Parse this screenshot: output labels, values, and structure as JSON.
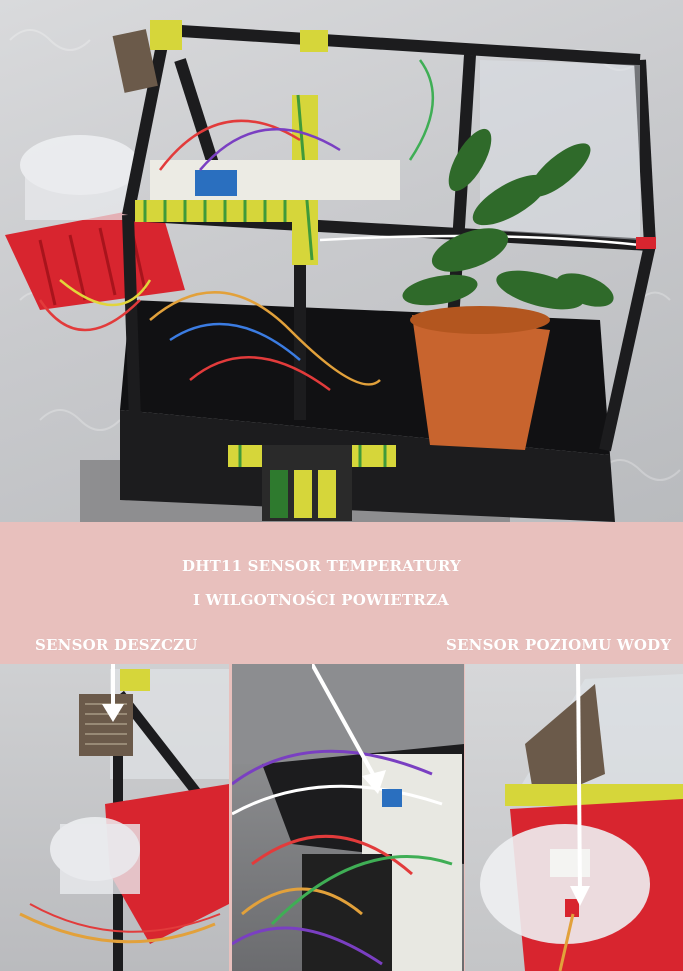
{
  "labels": {
    "dht11_line1": "DHT11 SENSOR TEMPERATURY",
    "dht11_line2": "I WILGOTNOŚCI POWIETRZA",
    "rain": "SENSOR DESZCZU",
    "water_level": "SENSOR POZIOMU WODY"
  },
  "colors": {
    "background_band": "#e8c0bd",
    "label_text": "#ffffff",
    "tape_yellow": "#d6d63a",
    "tape_green": "#3f9a3a",
    "frame_black": "#1c1c1e",
    "basket_red": "#d8252f",
    "pot_orange": "#c8642e",
    "leaf_green": "#2f6a2a"
  },
  "icons": [
    "arrow-down-icon",
    "arrow-diagonal-icon",
    "arrow-down-long-icon"
  ]
}
